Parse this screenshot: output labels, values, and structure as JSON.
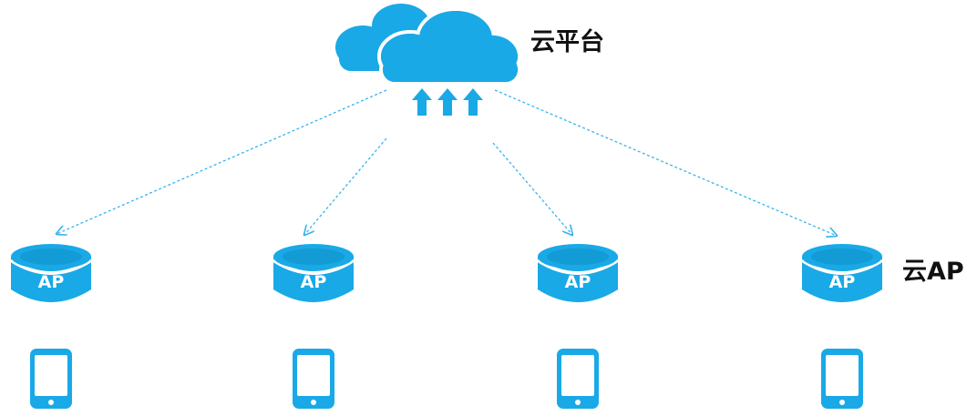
{
  "cloud": {
    "label": "云平台"
  },
  "ap_group": {
    "label": "云AP"
  },
  "ap_text": "AP",
  "colors": {
    "primary": "#19a9e6",
    "dark": "#0f8fc9",
    "line": "#39b4ec"
  }
}
